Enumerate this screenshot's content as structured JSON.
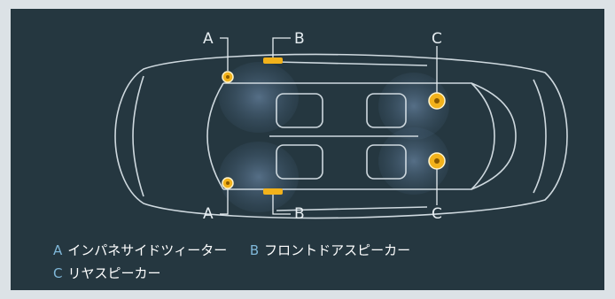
{
  "colors": {
    "panel": "#253740",
    "outline": "#cfd9df",
    "speaker_ring": "#f2b21b",
    "speaker_core": "#8a5a00",
    "beam": "#6f8fb0",
    "letter": "#7fb7d8"
  },
  "callouts": {
    "a_top": "A",
    "b_top": "B",
    "c_top": "C",
    "a_bottom": "A",
    "b_bottom": "B",
    "c_bottom": "C"
  },
  "legend": {
    "row1": [
      {
        "letter": "A",
        "text": "インパネサイドツィーター"
      },
      {
        "letter": "B",
        "text": "フロントドアスピーカー"
      }
    ],
    "row2": [
      {
        "letter": "C",
        "text": "リヤスピーカー"
      }
    ]
  }
}
